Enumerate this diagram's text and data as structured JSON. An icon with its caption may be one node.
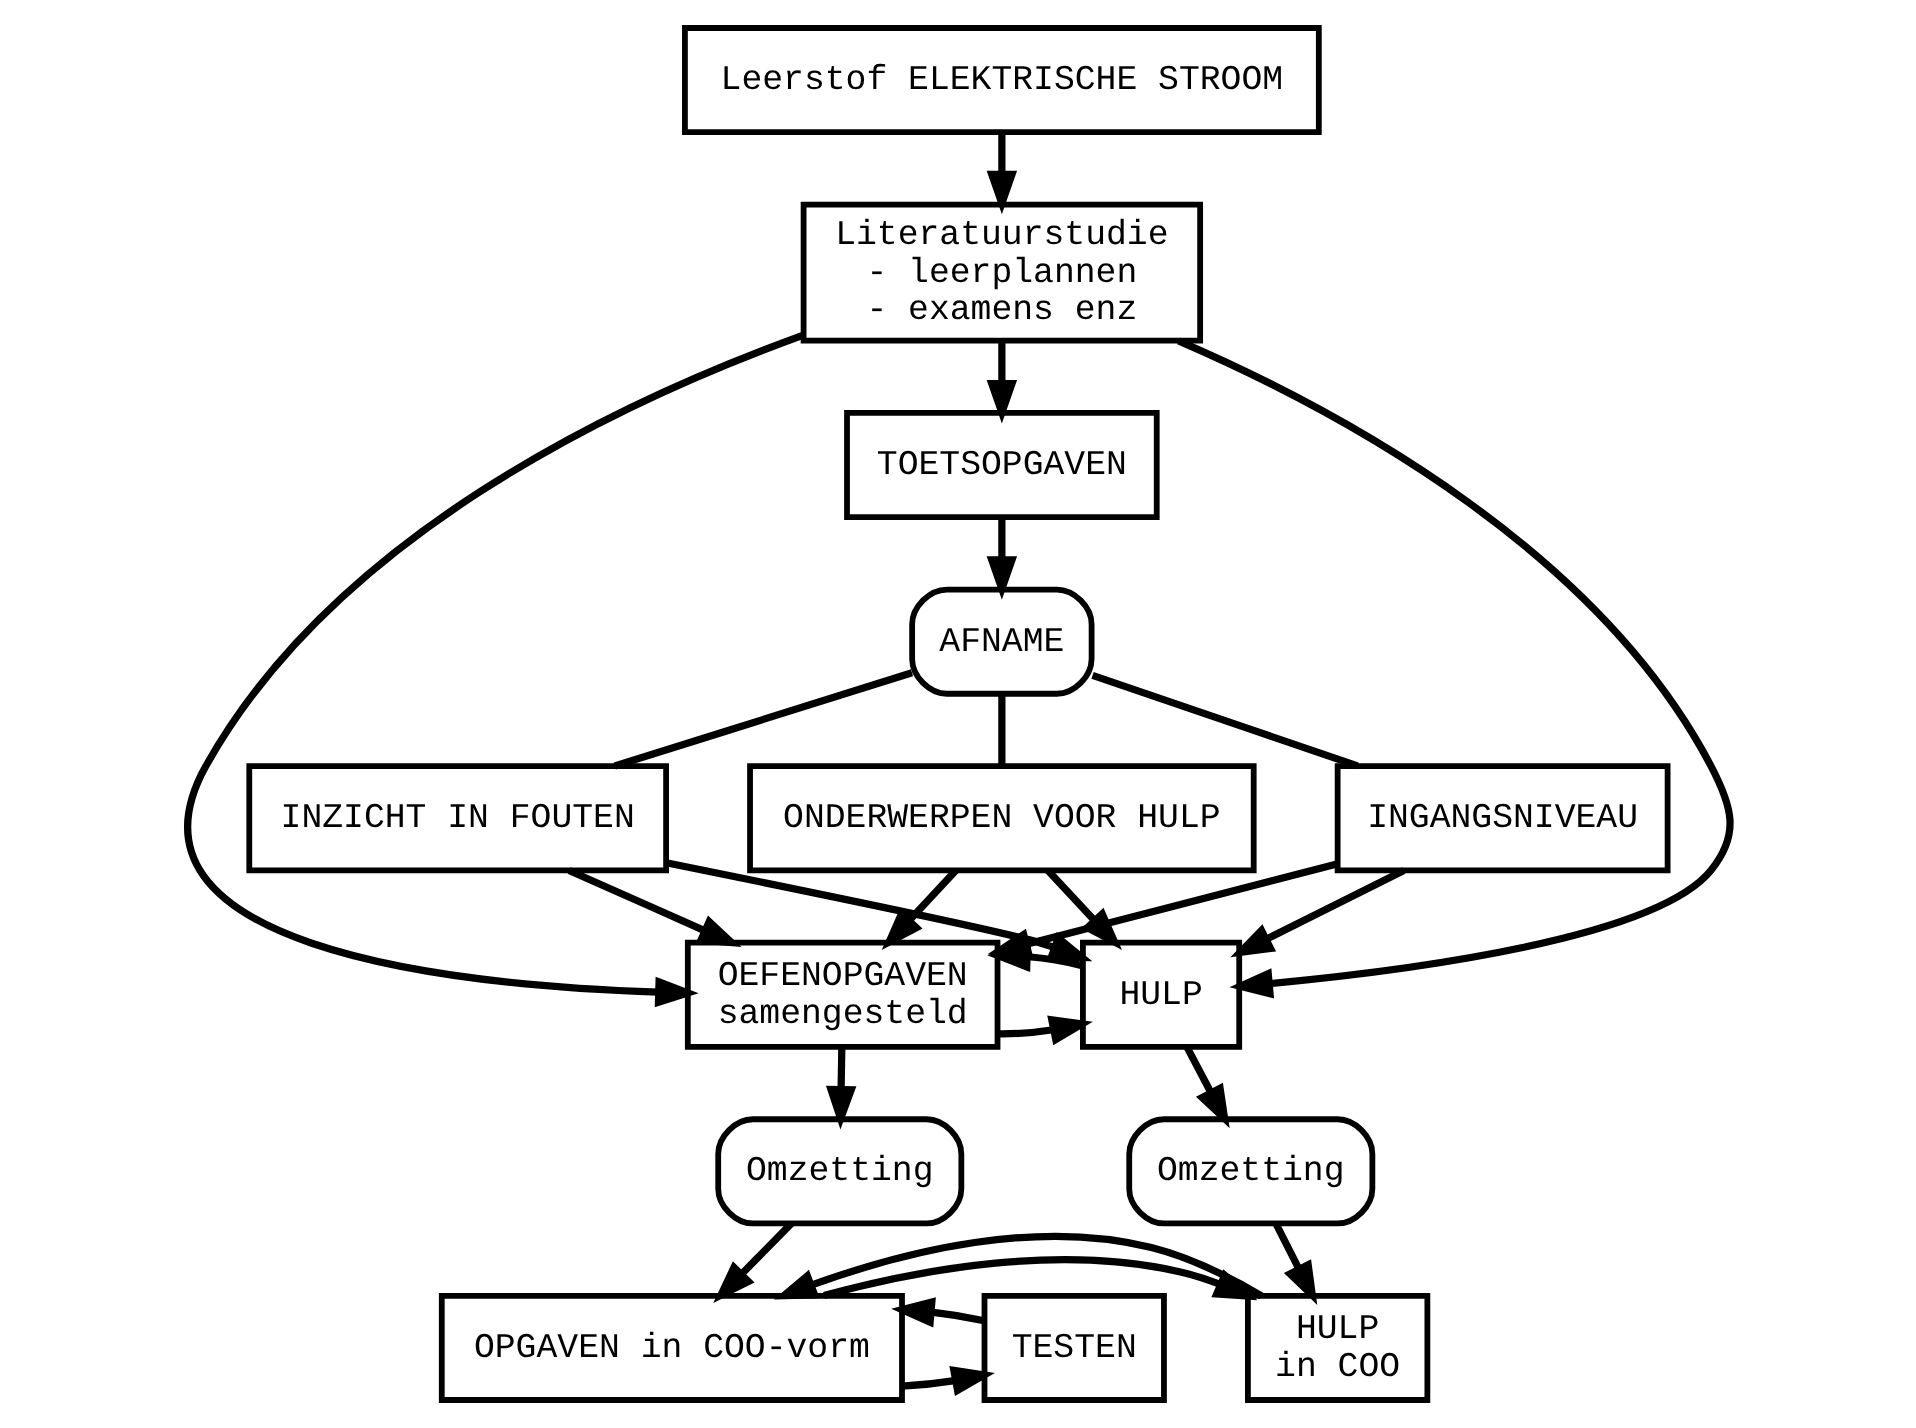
{
  "diagram": {
    "nodes": [
      {
        "text": [
          "Leerstof ELEKTRISCHE STROOM"
        ]
      },
      {
        "text": [
          "Literatuurstudie",
          "- leerplannen",
          "- examens enz"
        ]
      },
      {
        "text": [
          "TOETSOPGAVEN"
        ]
      },
      {
        "text": [
          "AFNAME"
        ]
      },
      {
        "text": [
          "INZICHT IN FOUTEN"
        ]
      },
      {
        "text": [
          "ONDERWERPEN VOOR HULP"
        ]
      },
      {
        "text": [
          "INGANGSNIVEAU"
        ]
      },
      {
        "text": [
          "OEFENOPGAVEN",
          "samengesteld"
        ]
      },
      {
        "text": [
          "HULP"
        ]
      },
      {
        "text": [
          "Omzetting"
        ]
      },
      {
        "text": [
          "Omzetting"
        ]
      },
      {
        "text": [
          "TESTEN"
        ]
      },
      {
        "text": [
          "OPGAVEN in COO-vorm"
        ]
      },
      {
        "text": [
          "HULP",
          "in COO"
        ]
      }
    ],
    "edges": [
      {
        "from": 0,
        "to": 1,
        "arrow": "to"
      },
      {
        "from": 1,
        "to": 2,
        "arrow": "to"
      },
      {
        "from": 1,
        "to": 7,
        "arrow": "to"
      },
      {
        "from": 1,
        "to": 8,
        "arrow": "to"
      },
      {
        "from": 2,
        "to": 3,
        "arrow": "to"
      },
      {
        "from": 3,
        "to": 4,
        "arrow": "none"
      },
      {
        "from": 3,
        "to": 5,
        "arrow": "none"
      },
      {
        "from": 3,
        "to": 6,
        "arrow": "none"
      },
      {
        "from": 4,
        "to": 7,
        "arrow": "to"
      },
      {
        "from": 4,
        "to": 8,
        "arrow": "to"
      },
      {
        "from": 5,
        "to": 7,
        "arrow": "to"
      },
      {
        "from": 5,
        "to": 8,
        "arrow": "to"
      },
      {
        "from": 6,
        "to": 7,
        "arrow": "to"
      },
      {
        "from": 6,
        "to": 8,
        "arrow": "to"
      },
      {
        "from": 7,
        "to": 8,
        "arrow": "to"
      },
      {
        "from": 8,
        "to": 7,
        "arrow": "to"
      },
      {
        "from": 7,
        "to": 9,
        "arrow": "to"
      },
      {
        "from": 8,
        "to": 10,
        "arrow": "to"
      },
      {
        "from": 9,
        "to": 12,
        "arrow": "to"
      },
      {
        "from": 10,
        "to": 13,
        "arrow": "to"
      },
      {
        "from": 12,
        "to": 11,
        "arrow": "to"
      },
      {
        "from": 11,
        "to": 12,
        "arrow": "to"
      },
      {
        "from": 12,
        "to": 13,
        "arrow": "to"
      },
      {
        "from": 13,
        "to": 12,
        "arrow": "to"
      }
    ]
  }
}
